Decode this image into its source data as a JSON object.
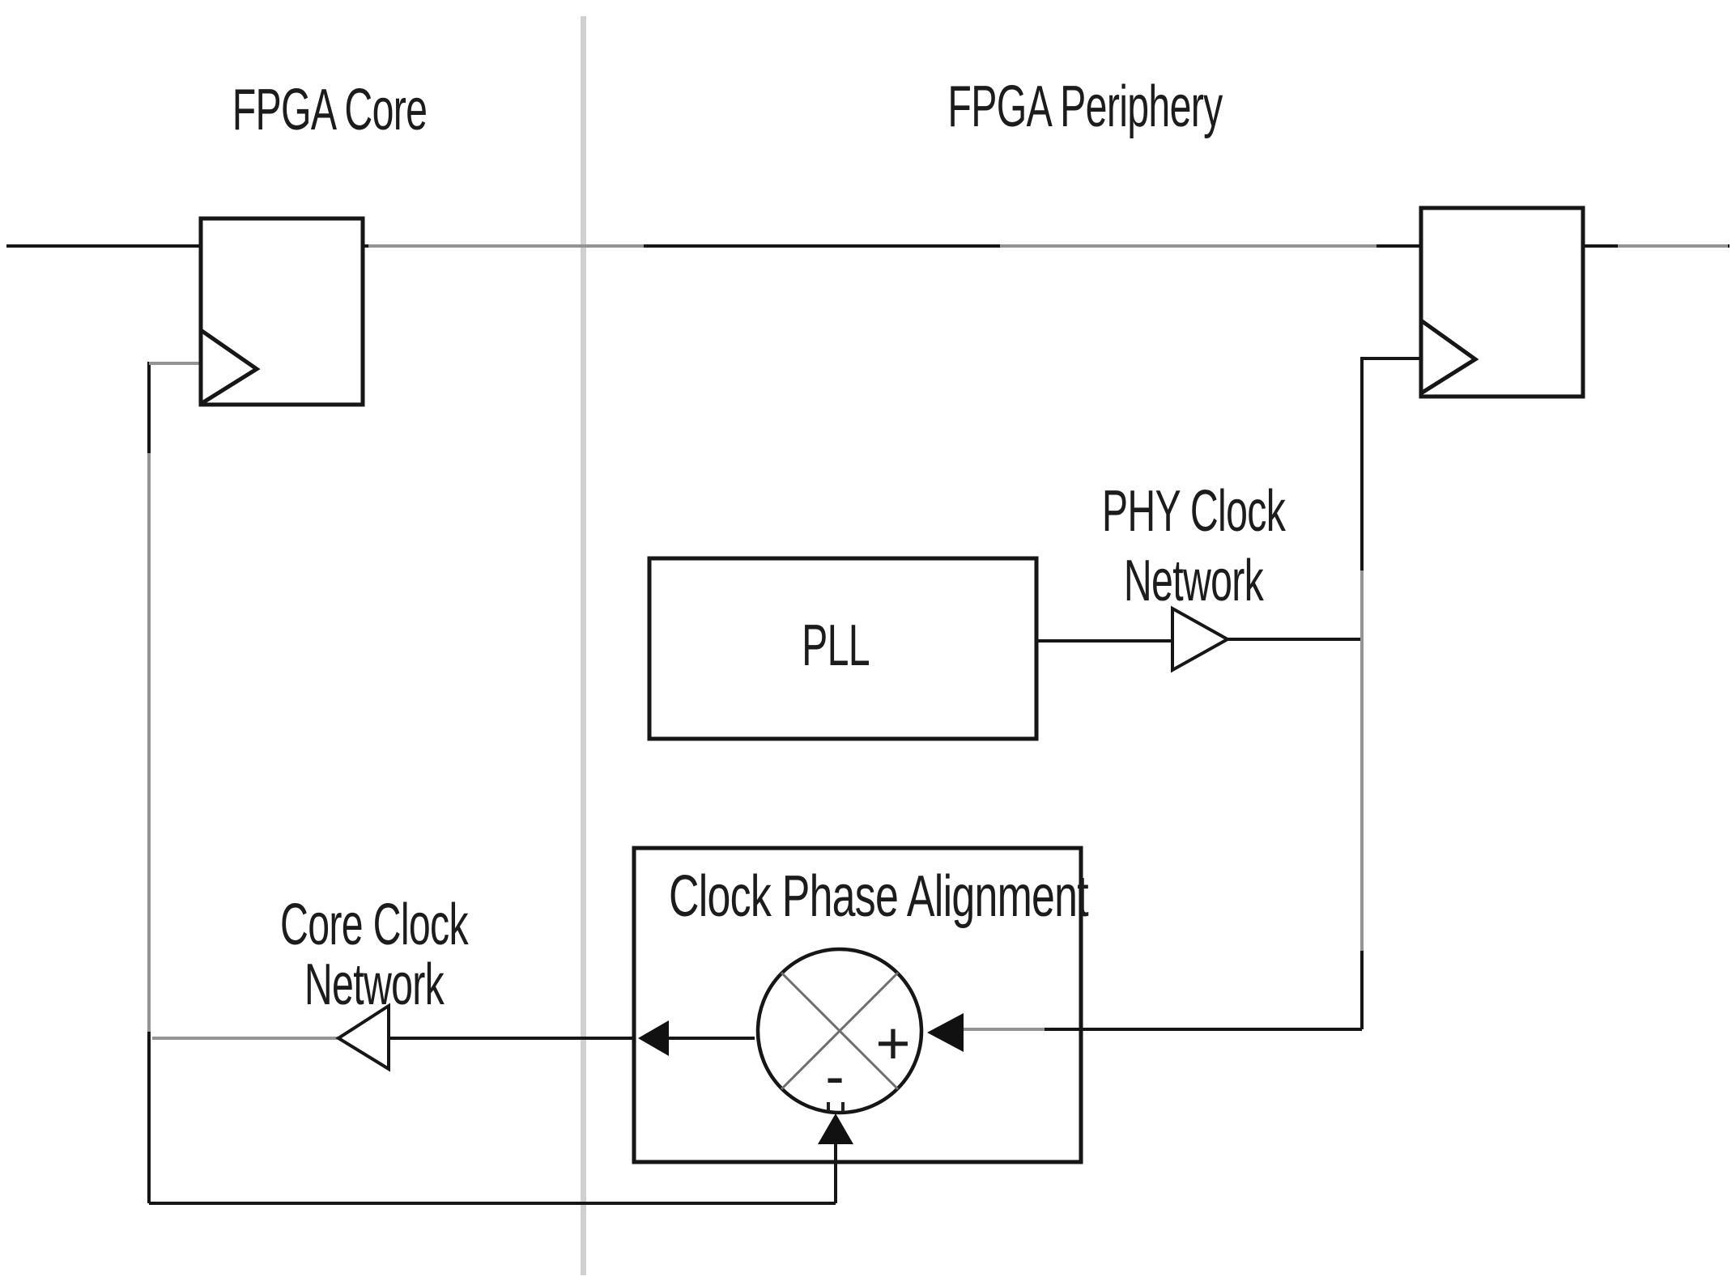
{
  "diagram": {
    "region_labels": {
      "core": "FPGA Core",
      "periphery": "FPGA Periphery"
    },
    "blocks": {
      "pll": {
        "label": "PLL"
      },
      "clock_phase_alignment": {
        "label": "Clock Phase Alignment"
      }
    },
    "network_labels": {
      "phy_clock": {
        "line1": "PHY Clock",
        "line2": "Network"
      },
      "core_clock": {
        "line1": "Core Clock",
        "line2": "Network"
      }
    },
    "phase_detector": {
      "plus_input": "+",
      "minus_input": "-"
    }
  },
  "icons": {
    "core_register_clock_triangle": "open right-pointing clock-input triangle",
    "io_register_clock_triangle": "open right-pointing clock-input triangle",
    "phy_clock_buffer": "open right-pointing buffer triangle",
    "core_clock_buffer": "open left-pointing buffer triangle",
    "plus_input_arrowhead": "solid left-pointing arrowhead",
    "core_clock_output_arrowhead": "solid left-pointing arrowhead",
    "feedback_arrowhead": "solid up-pointing arrowhead",
    "phase_detector": "circle with X (phase comparator)"
  },
  "colors": {
    "line": "#161616",
    "line_gray": "#949494",
    "divider": "#d0d0d0",
    "text": "#1c1c1c",
    "background": "#ffffff"
  }
}
